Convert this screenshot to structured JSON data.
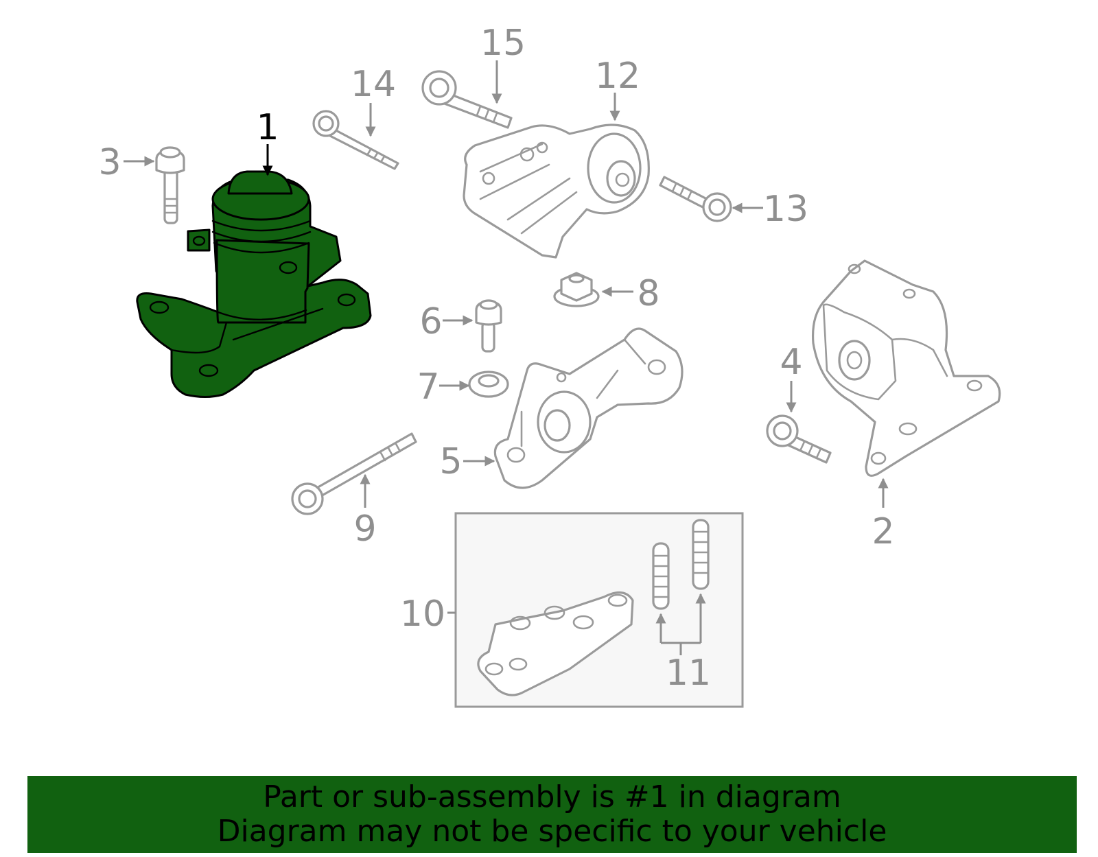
{
  "colors": {
    "highlight_fill": "#116110",
    "part_stroke": "#9a9a9a",
    "label_gray": "#8f8f8f",
    "banner_bg": "#116110"
  },
  "callouts": {
    "c1": "1",
    "c2": "2",
    "c3": "3",
    "c4": "4",
    "c5": "5",
    "c6": "6",
    "c7": "7",
    "c8": "8",
    "c9": "9",
    "c10": "10",
    "c11": "11",
    "c12": "12",
    "c13": "13",
    "c14": "14",
    "c15": "15"
  },
  "highlighted_part": "1",
  "banner": {
    "line1": "Part or sub-assembly is #1 in diagram",
    "line2": "Diagram may not be specific to your vehicle"
  }
}
